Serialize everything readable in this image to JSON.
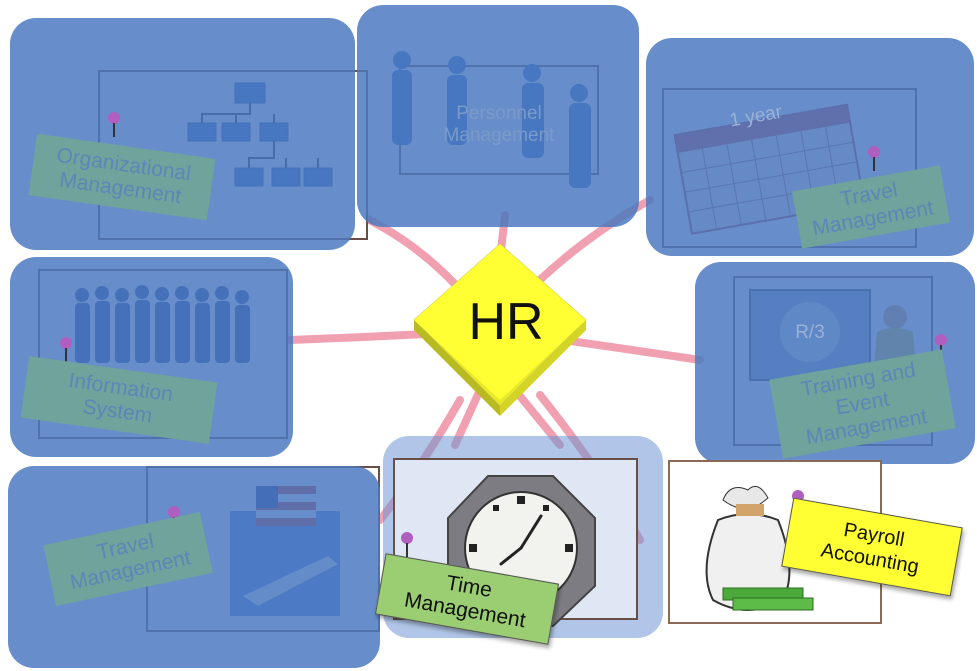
{
  "center": {
    "label": "HR",
    "color": "#ffff33"
  },
  "colors": {
    "connector": "#f0a0b0",
    "panel": "#4a78c0",
    "frame": "#6a4e45",
    "note_bright": "#ffff33",
    "pin": "#b05fc0"
  },
  "modules": {
    "organizational": {
      "label": "Organizational\nManagement",
      "icon": "org-chart-icon"
    },
    "personnel": {
      "label": "Personnel\nManagement",
      "icon": "people-silhouettes-icon"
    },
    "travel_top": {
      "label": "Travel\nManagement",
      "icon": "calendar-icon",
      "calendar_header": "1 year"
    },
    "information": {
      "label": "Information\nSystem",
      "icon": "group-of-people-icon"
    },
    "training": {
      "label": "Training and\nEvent\nManagement",
      "icon": "presenter-icon",
      "screen_text": "R/3"
    },
    "travel_bottom": {
      "label": "Travel\nManagement",
      "icon": "flag-and-plane-icon"
    },
    "time": {
      "label": "Time\nManagement",
      "icon": "clock-icon"
    },
    "payroll": {
      "label": "Payroll\nAccounting",
      "icon": "money-bag-icon"
    }
  }
}
